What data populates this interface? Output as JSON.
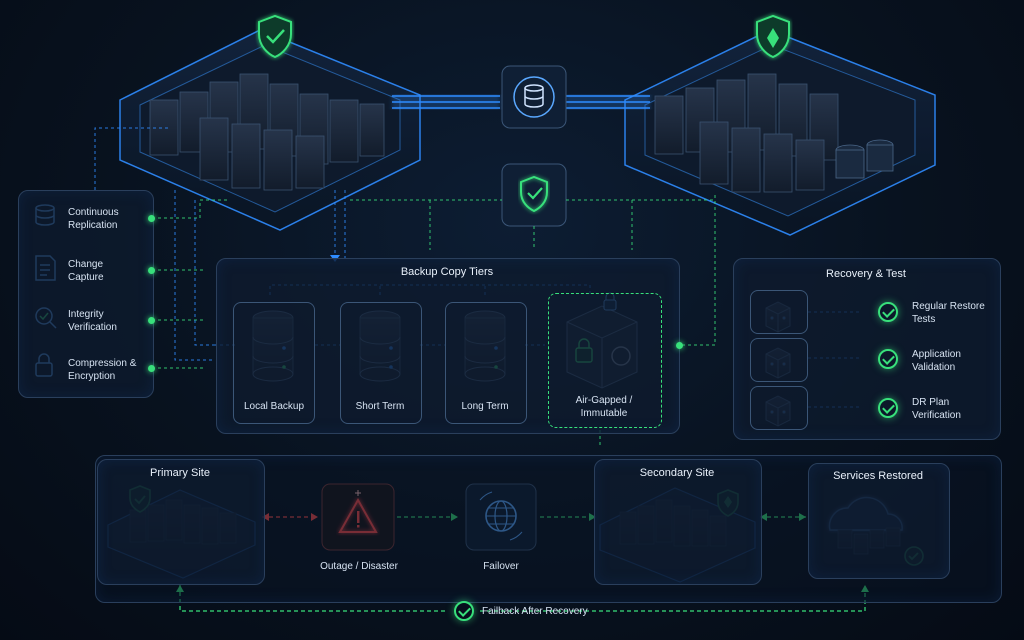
{
  "left_steps": [
    {
      "label": "Continuous\nReplication",
      "icon": "database-sync-icon"
    },
    {
      "label": "Change\nCapture",
      "icon": "document-list-icon"
    },
    {
      "label": "Integrity\nVerification",
      "icon": "magnifier-check-icon"
    },
    {
      "label": "Compression &\nEncryption",
      "icon": "padlock-icon"
    }
  ],
  "backup_tiers": {
    "title": "Backup Copy Tiers",
    "tiers": [
      "Local Backup",
      "Short Term",
      "Long Term",
      "Air-Gapped /\nImmutable"
    ]
  },
  "recovery": {
    "title": "Recovery & Test",
    "items": [
      "Regular Restore\nTests",
      "Application\nValidation",
      "DR Plan\nVerification"
    ]
  },
  "failover": {
    "primary": "Primary Site",
    "outage": "Outage / Disaster",
    "failover": "Failover",
    "secondary": "Secondary Site",
    "restored": "Services Restored",
    "failback": "Failback After Recovery"
  },
  "colors": {
    "accent_blue": "#2f8cff",
    "accent_green": "#38e07b",
    "alert_red": "#ff4d4d"
  }
}
